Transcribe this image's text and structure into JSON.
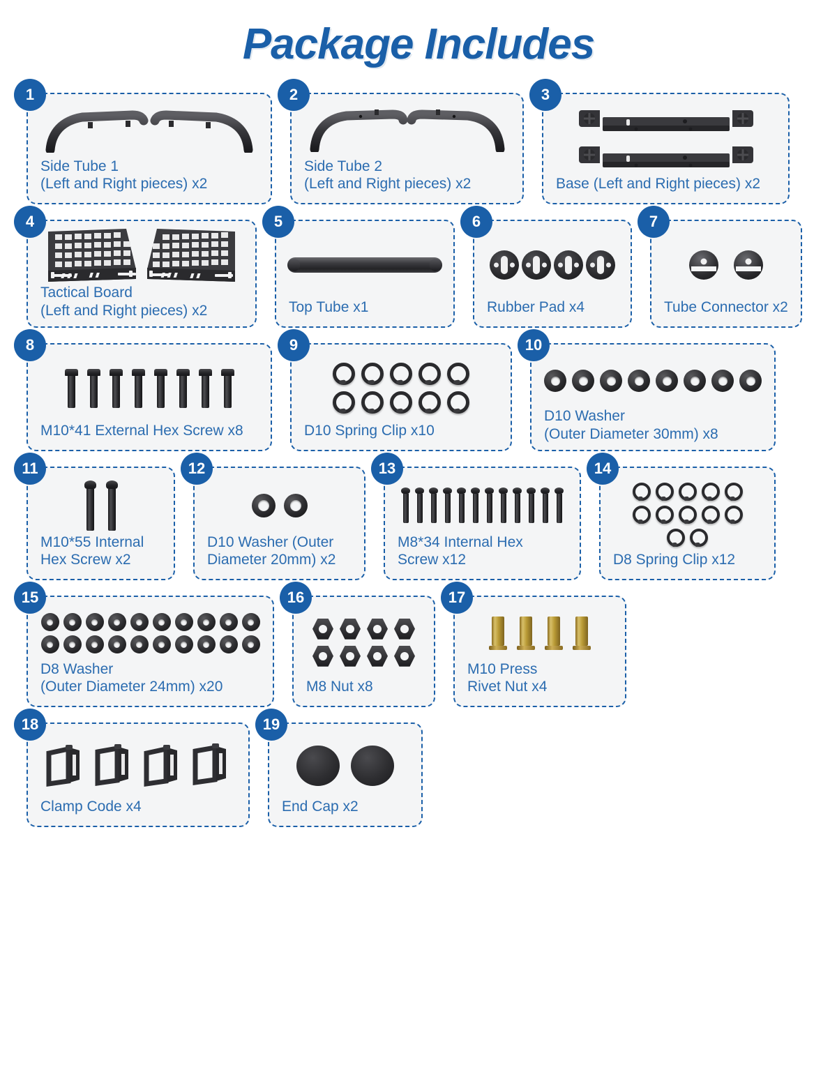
{
  "page": {
    "title": "Package Includes",
    "accent_blue": "#1a5fa8",
    "label_blue": "#2b6cb0",
    "card_bg": "#f4f5f6"
  },
  "items": [
    {
      "num": "1",
      "label": "Side Tube 1\n(Left and Right pieces) x2",
      "art": "side-tube-1"
    },
    {
      "num": "2",
      "label": "Side Tube 2\n(Left and Right pieces) x2",
      "art": "side-tube-2"
    },
    {
      "num": "3",
      "label": "Base (Left and Right pieces) x2",
      "art": "base-brackets"
    },
    {
      "num": "4",
      "label": "Tactical Board\n(Left and Right pieces) x2",
      "art": "tactical-boards"
    },
    {
      "num": "5",
      "label": "Top Tube x1",
      "art": "top-tube"
    },
    {
      "num": "6",
      "label": "Rubber Pad x4",
      "art": "rubber-pads"
    },
    {
      "num": "7",
      "label": "Tube Connector x2",
      "art": "tube-connectors"
    },
    {
      "num": "8",
      "label": "M10*41 External Hex Screw x8",
      "art": "hex-bolts-8"
    },
    {
      "num": "9",
      "label": "D10 Spring Clip x10",
      "art": "spring-clips-10"
    },
    {
      "num": "10",
      "label": "D10 Washer\n(Outer Diameter 30mm) x8",
      "art": "washers-8"
    },
    {
      "num": "11",
      "label": "M10*55 Internal\nHex Screw x2",
      "art": "long-bolts-2"
    },
    {
      "num": "12",
      "label": "D10 Washer (Outer\nDiameter 20mm) x2",
      "art": "washers-2"
    },
    {
      "num": "13",
      "label": "M8*34 Internal Hex\nScrew x12",
      "art": "hex-bolts-12"
    },
    {
      "num": "14",
      "label": "D8 Spring Clip x12",
      "art": "spring-clips-12"
    },
    {
      "num": "15",
      "label": "D8 Washer\n(Outer Diameter 24mm) x20",
      "art": "washers-20"
    },
    {
      "num": "16",
      "label": "M8 Nut x8",
      "art": "hex-nuts-8"
    },
    {
      "num": "17",
      "label": "M10 Press\nRivet Nut x4",
      "art": "rivet-nuts-4"
    },
    {
      "num": "18",
      "label": "Clamp Code x4",
      "art": "clamps-4"
    },
    {
      "num": "19",
      "label": "End Cap x2",
      "art": "end-caps-2"
    }
  ]
}
